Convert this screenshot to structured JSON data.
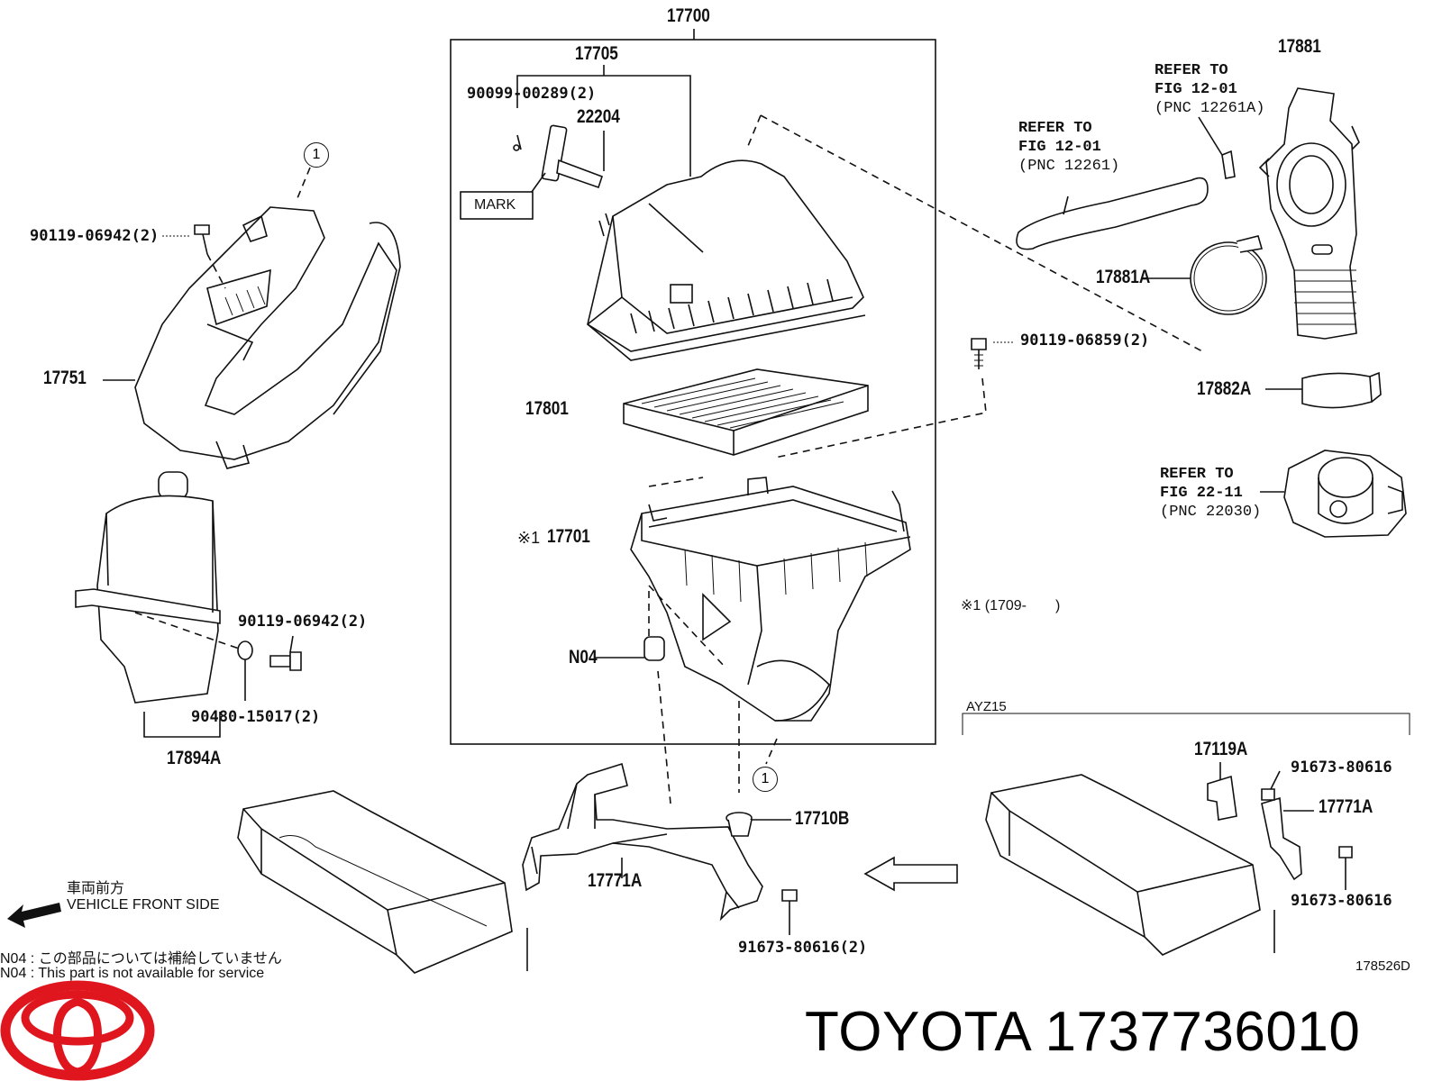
{
  "parts": {
    "p17700": "17700",
    "p17705": "17705",
    "p90099": "90099-00289(2)",
    "p22204": "22204",
    "mark": "MARK",
    "p17881": "17881",
    "p17751": "17751",
    "p90119a": "90119-06942(2)",
    "p90119b": "90119-06942(2)",
    "p90119c": "90119-06859(2)",
    "p17801": "17801",
    "p17701": "17701",
    "p17701_mark": "※1",
    "pN04": "N04",
    "p17881A": "17881A",
    "p17882A": "17882A",
    "p90480": "90480-15017(2)",
    "p17894A": "17894A",
    "p17710B": "17710B",
    "p17771A_a": "17771A",
    "p17771A_b": "17771A",
    "p91673_a": "91673-80616(2)",
    "p91673_b": "91673-80616",
    "p91673_c": "91673-80616",
    "p17119A": "17119A",
    "ayz15": "AYZ15",
    "footnote_1": "※1 (1709-　　)",
    "diagram_code": "178526D"
  },
  "refs": {
    "a": {
      "l1": "REFER TO",
      "l2": "FIG 12-01",
      "l3": "(PNC 12261A)"
    },
    "b": {
      "l1": "REFER TO",
      "l2": "FIG 12-01",
      "l3": "(PNC 12261)"
    },
    "c": {
      "l1": "REFER TO",
      "l2": "FIG 22-11",
      "l3": "(PNC 22030)"
    }
  },
  "callouts": {
    "c1": "1",
    "c2": "1"
  },
  "notes": {
    "front_jp": "車両前方",
    "front_en": "VEHICLE FRONT SIDE",
    "n04_jp": "N04 : この部品については補給していません",
    "n04_en": "N04 : This part is not available for service"
  },
  "brand": {
    "text": "TOYOTA 1737736010",
    "logo_color": "#e0161e"
  }
}
